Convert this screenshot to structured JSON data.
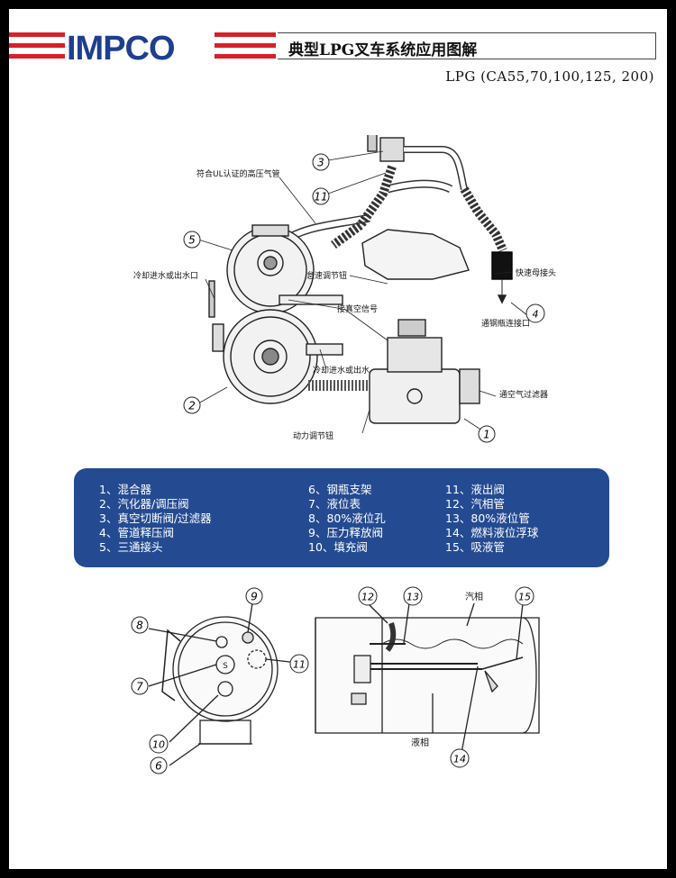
{
  "header": {
    "logo_text": "IMPCO",
    "title": "典型LPG叉车系统应用图解",
    "subtitle": "LPG (CA55,70,100,125, 200)"
  },
  "system_diagram": {
    "callouts": [
      "1",
      "2",
      "3",
      "4",
      "5",
      "11"
    ],
    "labels": {
      "hose": "符合UL认证的高压气管",
      "coolant_port": "冷却进水或出水口",
      "idle_adjust": "怠速调节钮",
      "vacuum_signal": "接真空信号",
      "coolant_port_2": "冷却进水或出水",
      "air_filter": "通空气过滤器",
      "power_adjust": "动力调节钮",
      "quick_coupler": "快速母接头",
      "tank_connector": "通钢瓶连接口"
    }
  },
  "legend": {
    "col1": [
      "1、混合器",
      "2、汽化器/调压阀",
      "3、真空切断阀/过滤器",
      "4、管道释压阀",
      "5、三通接头"
    ],
    "col2": [
      "6、钢瓶支架",
      "7、液位表",
      "8、80%液位孔",
      "9、压力释放阀",
      "10、填充阀"
    ],
    "col3": [
      "11、液出阀",
      "12、汽相管",
      "13、80%液位管",
      "14、燃料液位浮球",
      "15、吸液管"
    ]
  },
  "tank_diagram": {
    "callouts_left": [
      "9",
      "8",
      "7",
      "11",
      "10",
      "6"
    ],
    "callouts_right": [
      "12",
      "13",
      "15",
      "14"
    ],
    "vapor_label": "汽相",
    "liquid_label": "液相"
  },
  "colors": {
    "logo_blue": "#1d3f8f",
    "logo_red": "#d8202b",
    "legend_bg": "#244b92"
  }
}
